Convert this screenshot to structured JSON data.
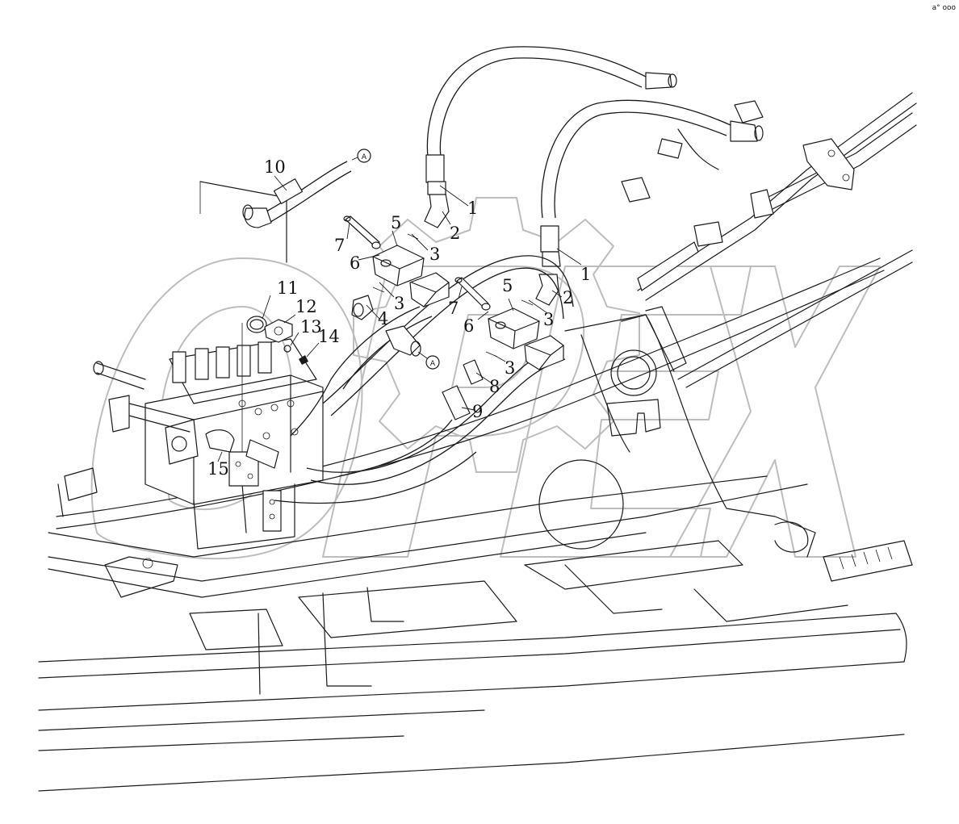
{
  "watermark": {
    "text": "OPEX",
    "color": "#bdbdbd"
  },
  "corner_mark": "a° ooo",
  "callouts": [
    {
      "label": "1"
    },
    {
      "label": "2"
    },
    {
      "label": "3"
    },
    {
      "label": "3"
    },
    {
      "label": "4"
    },
    {
      "label": "5"
    },
    {
      "label": "6"
    },
    {
      "label": "7"
    },
    {
      "label": "1"
    },
    {
      "label": "2"
    },
    {
      "label": "3"
    },
    {
      "label": "5"
    },
    {
      "label": "6"
    },
    {
      "label": "7"
    },
    {
      "label": "3"
    },
    {
      "label": "8"
    },
    {
      "label": "9"
    },
    {
      "label": "10"
    },
    {
      "label": "11"
    },
    {
      "label": "12"
    },
    {
      "label": "13"
    },
    {
      "label": "14"
    },
    {
      "label": "15"
    }
  ],
  "connection_markers": [
    {
      "label": "A"
    },
    {
      "label": "A"
    }
  ],
  "line_color": "#1a1a1a"
}
